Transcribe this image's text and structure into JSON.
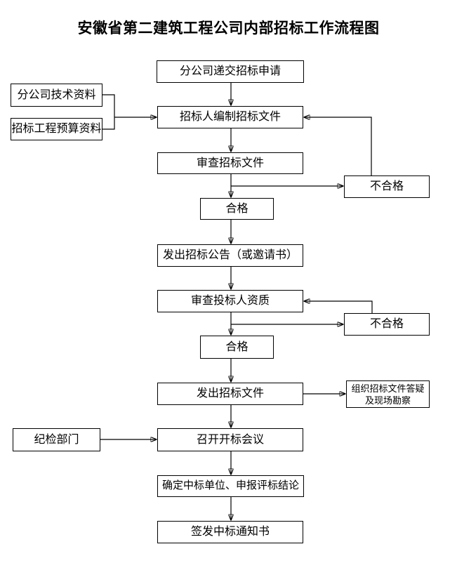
{
  "page": {
    "background": "#ffffff",
    "line_color": "#000000",
    "box_fill": "#ffffff",
    "box_border": "#000000"
  },
  "title": "安徽省第二建筑工程公司内部招标工作流程图",
  "nodes": {
    "submit_application": "分公司递交招标申请",
    "tech_data": "分公司技术资料",
    "budget_data": "招标工程预算资料",
    "prepare_documents": "招标人编制招标文件",
    "review_documents": "审查招标文件",
    "unqualified_1": "不合格",
    "qualified_1": "合格",
    "announcement": "发出招标公告（或邀请书）",
    "review_bidders": "审查投标人资质",
    "unqualified_2": "不合格",
    "qualified_2": "合格",
    "issue_documents": "发出招标文件",
    "organize_qa_line1": "组织招标文件答疑",
    "organize_qa_line2": "及现场勘察",
    "discipline_dept": "纪检部门",
    "bid_opening": "召开开标会议",
    "determine_winner": "确定中标单位、申报评标结论",
    "issue_notice": "签发中标通知书"
  },
  "edges": [
    {
      "from": "submit_application",
      "to": "prepare_documents"
    },
    {
      "from": "tech_data",
      "to": "prepare_documents"
    },
    {
      "from": "budget_data",
      "to": "prepare_documents"
    },
    {
      "from": "prepare_documents",
      "to": "review_documents"
    },
    {
      "from": "review_documents",
      "to": "unqualified_1"
    },
    {
      "from": "review_documents",
      "to": "qualified_1"
    },
    {
      "from": "unqualified_1",
      "to": "prepare_documents"
    },
    {
      "from": "qualified_1",
      "to": "announcement"
    },
    {
      "from": "announcement",
      "to": "review_bidders"
    },
    {
      "from": "review_bidders",
      "to": "unqualified_2"
    },
    {
      "from": "review_bidders",
      "to": "qualified_2"
    },
    {
      "from": "unqualified_2",
      "to": "review_bidders"
    },
    {
      "from": "qualified_2",
      "to": "issue_documents"
    },
    {
      "from": "issue_documents",
      "to": "organize_qa"
    },
    {
      "from": "issue_documents",
      "to": "bid_opening"
    },
    {
      "from": "discipline_dept",
      "to": "bid_opening"
    },
    {
      "from": "bid_opening",
      "to": "determine_winner"
    },
    {
      "from": "determine_winner",
      "to": "issue_notice"
    }
  ]
}
